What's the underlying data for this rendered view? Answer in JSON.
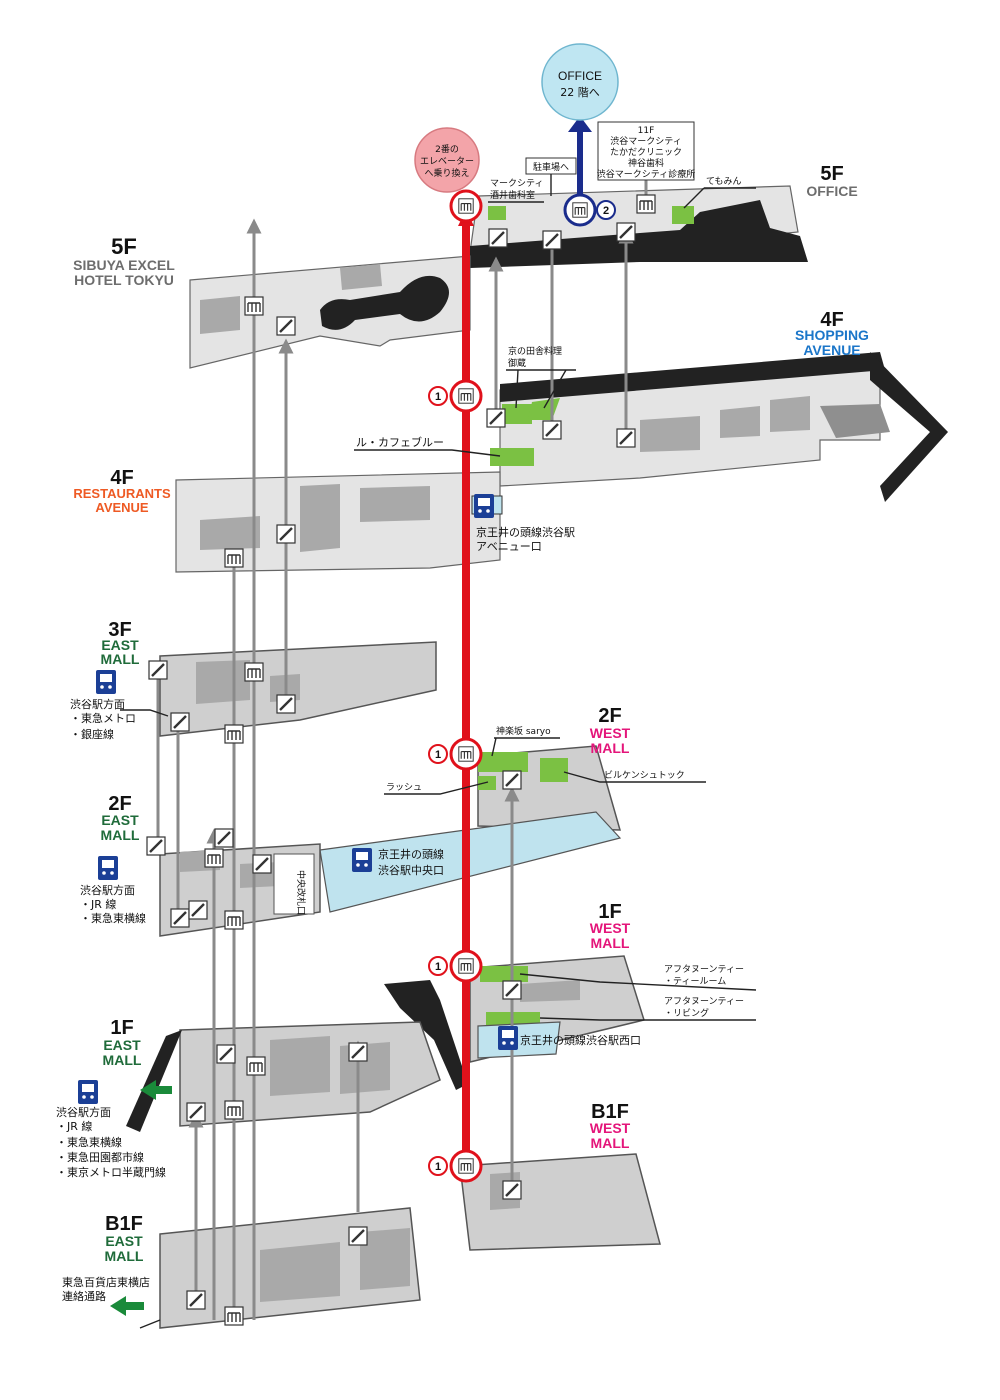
{
  "floors": {
    "office_5f": {
      "level": "5F",
      "name": "OFFICE"
    },
    "hotel_5f": {
      "level": "5F",
      "name_line1": "SIBUYA EXCEL",
      "name_line2": "HOTEL TOKYU"
    },
    "shopping_4f": {
      "level": "4F",
      "name_line1": "SHOPPING",
      "name_line2": "AVENUE"
    },
    "restaurants_4f": {
      "level": "4F",
      "name_line1": "RESTAURANTS",
      "name_line2": "AVENUE"
    },
    "east_3f": {
      "level": "3F",
      "name_line1": "EAST",
      "name_line2": "MALL"
    },
    "west_2f": {
      "level": "2F",
      "name_line1": "WEST",
      "name_line2": "MALL"
    },
    "east_2f": {
      "level": "2F",
      "name_line1": "EAST",
      "name_line2": "MALL"
    },
    "west_1f": {
      "level": "1F",
      "name_line1": "WEST",
      "name_line2": "MALL"
    },
    "east_1f": {
      "level": "1F",
      "name_line1": "EAST",
      "name_line2": "MALL"
    },
    "west_b1f": {
      "level": "B1F",
      "name_line1": "WEST",
      "name_line2": "MALL"
    },
    "east_b1f": {
      "level": "B1F",
      "name_line1": "EAST",
      "name_line2": "MALL"
    }
  },
  "bubbles": {
    "office": {
      "line1": "OFFICE",
      "line2": "22 階へ"
    },
    "transfer": {
      "line1": "2番の",
      "line2": "エレベーター",
      "line3": "へ乗り換え"
    }
  },
  "elevator_numbers": {
    "one": "1",
    "two": "2"
  },
  "labels": {
    "office_11f": {
      "l1": "11F",
      "l2": "渋谷マークシティ",
      "l3": "たかだクリニック",
      "l4": "神谷歯科",
      "l5": "渋谷マークシティ診療所"
    },
    "parking": "駐車場へ",
    "dental": {
      "l1": "マークシティ",
      "l2": "酒井歯科室"
    },
    "temomin": "てもみん",
    "kyo": {
      "l1": "京の田舎料理",
      "l2": "御蔵"
    },
    "cafe": "ル・カフェブルー",
    "keio_avenue": {
      "l1": "京王井の頭線渋谷駅",
      "l2": "アベニュー口"
    },
    "saryo": "神楽坂 saryo",
    "lush": "ラッシュ",
    "birkenstock": "ビルケンシュトック",
    "keio_central": {
      "l1": "京王井の頭線",
      "l2": "渋谷駅中央口"
    },
    "central_gate": "中央改札口",
    "afternoon_tea_room": {
      "l1": "アフタヌーンティー",
      "l2": "・ティールーム"
    },
    "afternoon_living": {
      "l1": "アフタヌーンティー",
      "l2": "・リビング"
    },
    "keio_west": "京王井の頭線渋谷駅西口",
    "shibuya_3f": {
      "l1": "渋谷駅方面",
      "l2": "・東急メトロ",
      "l3": "・銀座線"
    },
    "shibuya_2f": {
      "l1": "渋谷駅方面",
      "l2": "・JR 線",
      "l3": "・東急東横線"
    },
    "shibuya_1f": {
      "l1": "渋谷駅方面",
      "l2": "・JR 線",
      "l3": "・東急東横線",
      "l4": "・東急田園都市線",
      "l5": "・東京メトロ半蔵門線"
    },
    "toyoko": {
      "l1": "東急百貨店東横店",
      "l2": "連絡通路"
    }
  },
  "colors": {
    "route": "#e0111b",
    "office_route": "#1a2c8c",
    "green": "#7bc143",
    "magenta": "#e4157a",
    "orange": "#ee5a24",
    "blue": "#1b76c9",
    "darkgreen": "#1f6b3a",
    "gray": "#6d6d6d"
  },
  "icons": [
    "elevator-icon",
    "escalator-icon",
    "train-icon",
    "arrow-icon"
  ]
}
